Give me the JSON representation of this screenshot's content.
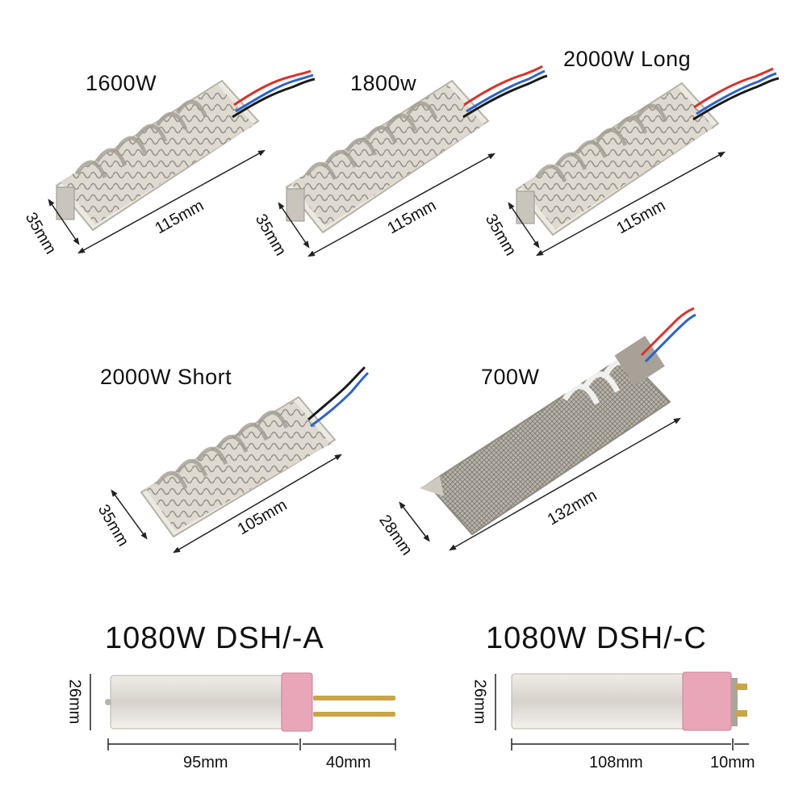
{
  "products": [
    {
      "label": "1600W",
      "length": "115mm",
      "width": "35mm"
    },
    {
      "label": "1800w",
      "length": "115mm",
      "width": "35mm"
    },
    {
      "label": "2000W Long",
      "length": "115mm",
      "width": "35mm"
    },
    {
      "label": "2000W Short",
      "length": "105mm",
      "width": "35mm"
    },
    {
      "label": "700W",
      "length": "132mm",
      "width": "28mm"
    },
    {
      "label": "1080W DSH/-A",
      "diameter": "26mm",
      "body_length": "95mm",
      "pin_length": "40mm"
    },
    {
      "label": "1080W DSH/-C",
      "diameter": "26mm",
      "body_length": "108mm",
      "pin_length": "10mm"
    }
  ],
  "colors": {
    "background": "#ffffff",
    "coil": "#cfcac0",
    "ceramic_cap": "#e8a6b8",
    "pin": "#c9a44a",
    "wire_red": "#d9322b",
    "wire_blue": "#2f63c8",
    "wire_black": "#1a1a1a"
  }
}
